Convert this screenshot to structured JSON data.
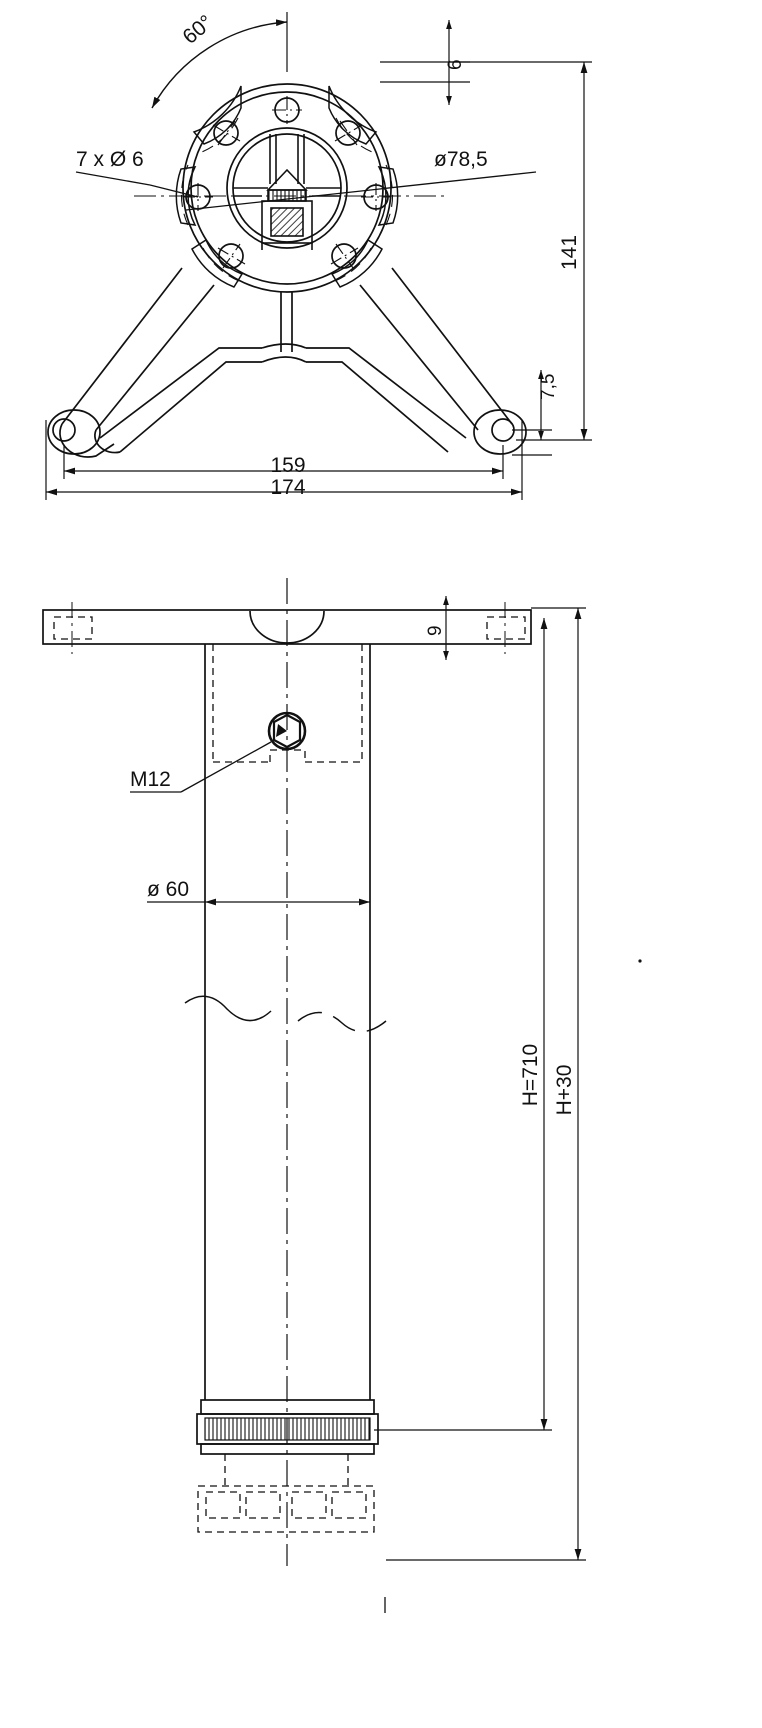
{
  "drawing": {
    "type": "technical-engineering-drawing",
    "title": "Table leg / column foot assembly drawing",
    "line_color": "#111111",
    "background_color": "#ffffff",
    "views": [
      {
        "name": "top-view",
        "description": "Plan view of tripod base flange with bolt circle"
      },
      {
        "name": "front-view",
        "description": "Elevation of column tube with top mounting plate and adjustable foot"
      }
    ],
    "dimensions": {
      "angle_60": "60°",
      "holes_callout": "7 x Ø 6",
      "bolt_circle": "ø78,5",
      "offset_6": "6",
      "height_141": "141",
      "thickness_7_5": "7,5",
      "width_159": "159",
      "width_174": "174",
      "plate_thickness_9": "9",
      "thread_m12": "M12",
      "tube_dia_60": "ø 60",
      "height_h_710": "H=710",
      "height_h_plus_30": "H+30"
    }
  }
}
